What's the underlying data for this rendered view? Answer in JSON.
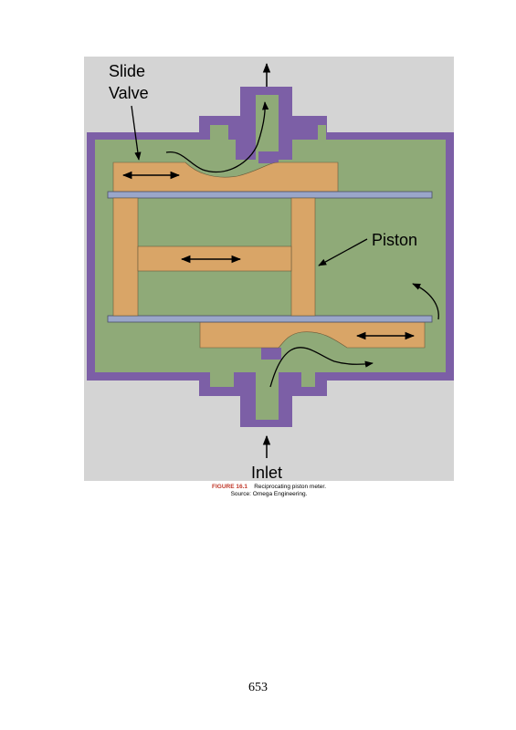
{
  "figure": {
    "labels": {
      "slide_valve_line1": "Slide",
      "slide_valve_line2": "Valve",
      "piston": "Piston",
      "inlet": "Inlet"
    },
    "caption": {
      "figure_number": "FIGURE 16.1",
      "title": "Reciprocating piston meter.",
      "source": "Source: Omega Engineering."
    },
    "colors": {
      "background": "#d4d4d4",
      "housing": "#7c5fa6",
      "chamber": "#8faa78",
      "parts": "#d9a567",
      "rod": "#9aa6c9"
    }
  },
  "page": {
    "number": "653"
  }
}
